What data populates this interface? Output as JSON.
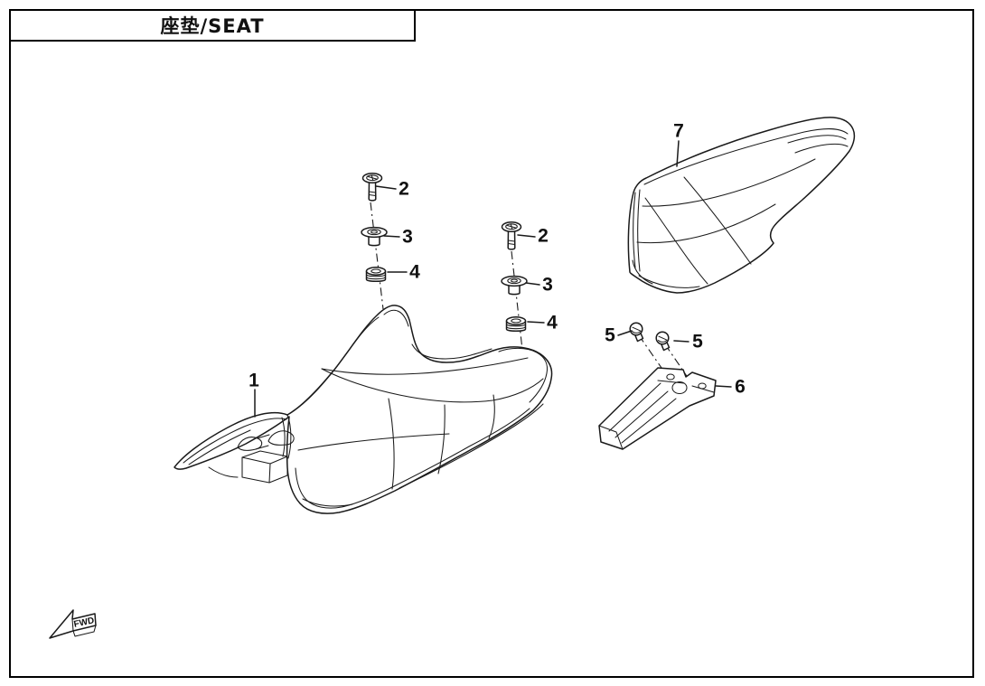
{
  "title_bar": {
    "title": "座垫/SEAT"
  },
  "diagram": {
    "type": "exploded-parts-line-drawing",
    "direction_marker": {
      "label": "FWD"
    }
  },
  "callouts": [
    {
      "label": "1"
    },
    {
      "label": "2"
    },
    {
      "label": "3"
    },
    {
      "label": "4"
    },
    {
      "label": "2"
    },
    {
      "label": "3"
    },
    {
      "label": "4"
    },
    {
      "label": "5"
    },
    {
      "label": "5"
    },
    {
      "label": "6"
    },
    {
      "label": "7"
    }
  ],
  "colors": {
    "line": "#1a1a1a",
    "frame": "#000000",
    "background": "#ffffff"
  }
}
